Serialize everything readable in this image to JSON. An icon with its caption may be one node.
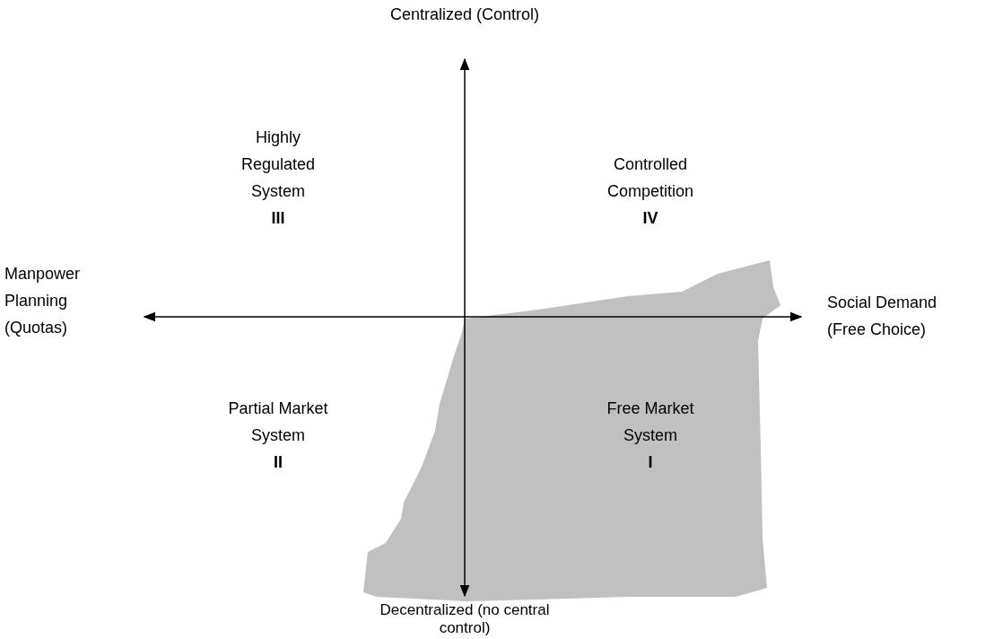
{
  "diagram": {
    "labels": [
      "Centralized (Control)",
      "Highly Regulated System",
      "III",
      "Controlled Competition",
      "IV",
      "Manpower Planning (Quotas)",
      "Social Demand (Free Choice)",
      "Partial Market System",
      "II",
      "Free Market System",
      "I",
      "Decentralized (no central control)"
    ]
  }
}
